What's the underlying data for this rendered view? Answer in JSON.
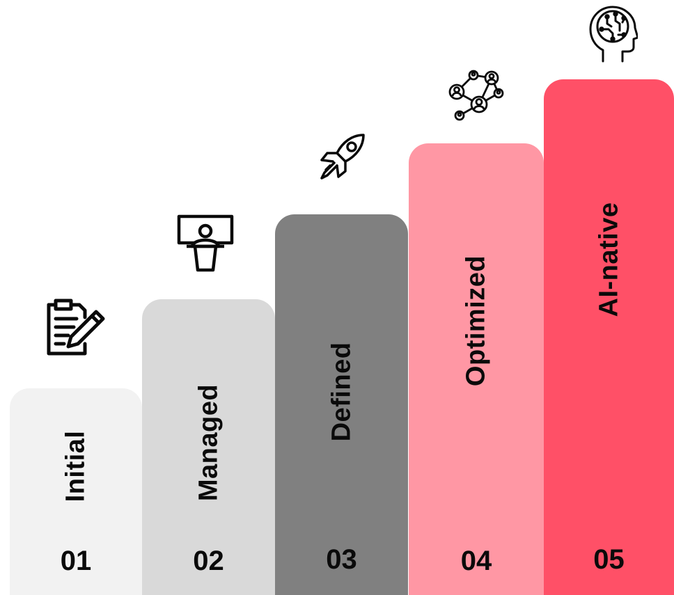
{
  "stages": [
    {
      "label": "Initial",
      "number": "01",
      "color": "#f2f2f2",
      "icon": "document-edit-icon"
    },
    {
      "label": "Managed",
      "number": "02",
      "color": "#d9d9d9",
      "icon": "presenter-podium-icon"
    },
    {
      "label": "Defined",
      "number": "03",
      "color": "#808080",
      "icon": "rocket-icon"
    },
    {
      "label": "Optimized",
      "number": "04",
      "color": "#ff97a4",
      "icon": "people-network-icon"
    },
    {
      "label": "AI-native",
      "number": "05",
      "color": "#ff5067",
      "icon": "ai-head-circuit-icon"
    }
  ]
}
